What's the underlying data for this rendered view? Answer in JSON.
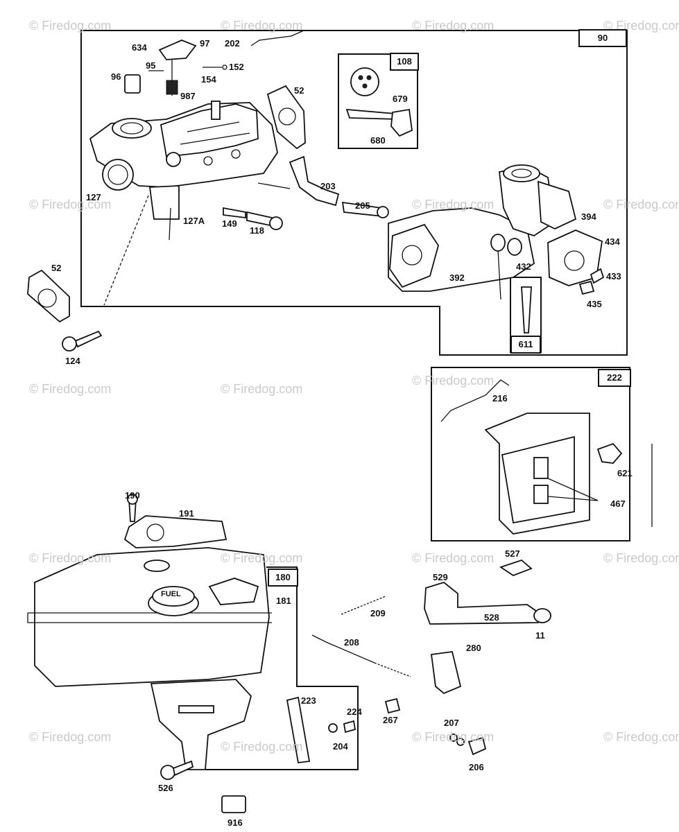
{
  "watermark": "© Firedog.com",
  "section_boxes": {
    "box_90": "90",
    "box_108": "108",
    "box_611": "611",
    "box_222": "222",
    "box_180": "180"
  },
  "part_labels": {
    "p634": "634",
    "p97": "97",
    "p202": "202",
    "p95": "95",
    "p96": "96",
    "p152": "152",
    "p154": "154",
    "p987": "987",
    "p52a": "52",
    "p679": "679",
    "p680": "680",
    "p127": "127",
    "p127A": "127A",
    "p149": "149",
    "p118": "118",
    "p203": "203",
    "p205": "205",
    "p394": "394",
    "p434": "434",
    "p433": "433",
    "p435": "435",
    "p392": "392",
    "p432": "432",
    "p52b": "52",
    "p124": "124",
    "p216": "216",
    "p621": "621",
    "p467": "467",
    "p190": "190",
    "p191": "191",
    "p181": "181",
    "p527": "527",
    "p529": "529",
    "p528": "528",
    "p11": "11",
    "p209": "209",
    "p208": "208",
    "p280": "280",
    "p223": "223",
    "p224": "224",
    "p204": "204",
    "p267": "267",
    "p207": "207",
    "p206": "206",
    "p526": "526",
    "p916": "916"
  },
  "fuel_cap_text": "FUEL"
}
